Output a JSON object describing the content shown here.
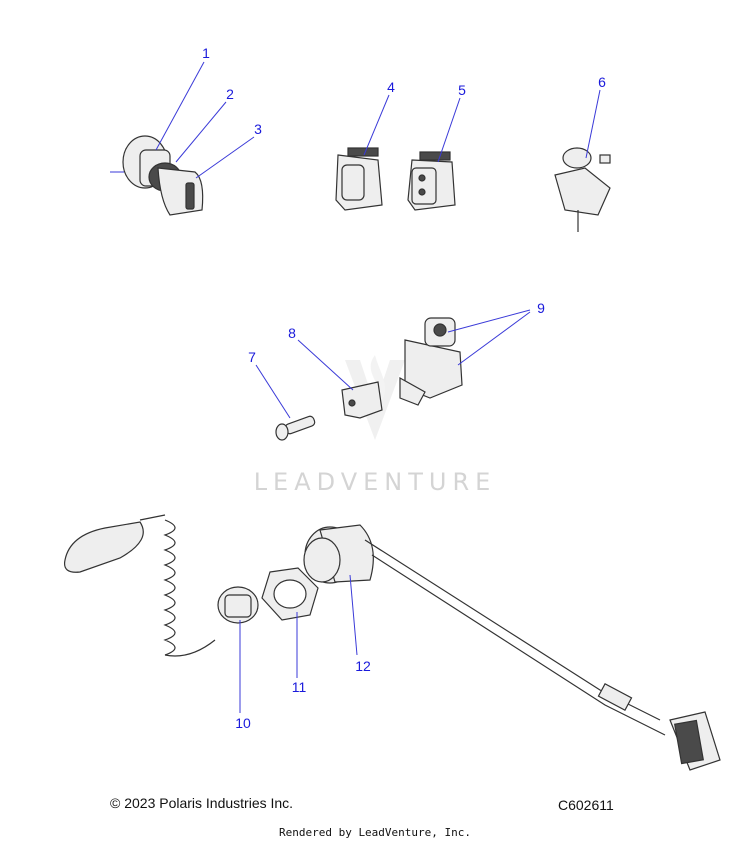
{
  "watermark": {
    "text": "LEADVENTURE"
  },
  "callouts": [
    {
      "id": "1",
      "label": "1"
    },
    {
      "id": "2",
      "label": "2"
    },
    {
      "id": "3",
      "label": "3"
    },
    {
      "id": "4",
      "label": "4"
    },
    {
      "id": "5",
      "label": "5"
    },
    {
      "id": "6",
      "label": "6"
    },
    {
      "id": "7",
      "label": "7"
    },
    {
      "id": "8",
      "label": "8"
    },
    {
      "id": "9",
      "label": "9"
    },
    {
      "id": "10",
      "label": "10"
    },
    {
      "id": "11",
      "label": "11"
    },
    {
      "id": "12",
      "label": "12"
    }
  ],
  "footer": {
    "copyright": "© 2023 Polaris Industries Inc.",
    "diagram_code": "C602611",
    "rendered_by": "Rendered by LeadVenture, Inc."
  },
  "colors": {
    "callout": "#1a1adb",
    "leader": "#3a3ad8",
    "watermark": "#d4d4d4"
  }
}
